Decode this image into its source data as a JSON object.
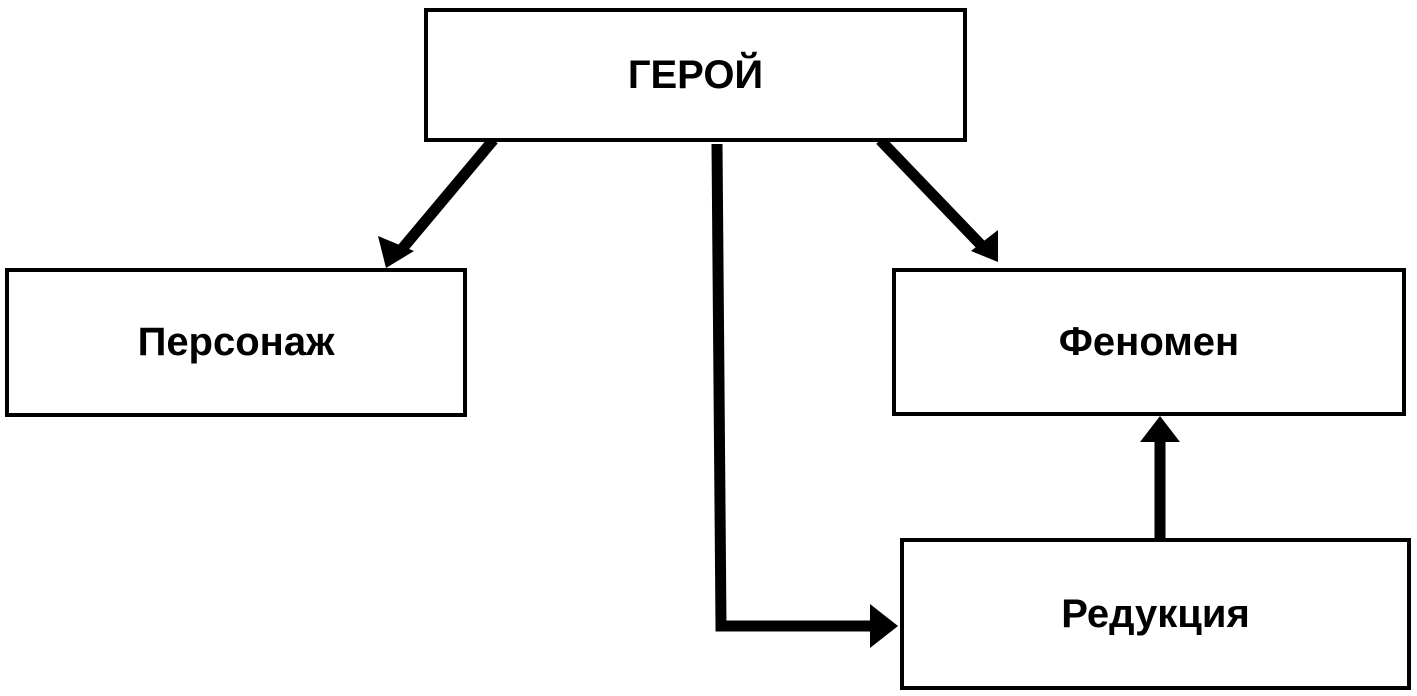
{
  "diagram": {
    "nodes": {
      "hero": {
        "label": "ГЕРОЙ"
      },
      "character": {
        "label": "Персонаж"
      },
      "phenomenon": {
        "label": "Феномен"
      },
      "reduction": {
        "label": "Редукция"
      }
    },
    "edges": [
      {
        "from": "hero",
        "to": "character"
      },
      {
        "from": "hero",
        "to": "phenomenon"
      },
      {
        "from": "hero",
        "to": "reduction"
      },
      {
        "from": "reduction",
        "to": "phenomenon"
      }
    ],
    "colors": {
      "stroke": "#000000",
      "background": "#ffffff"
    }
  }
}
